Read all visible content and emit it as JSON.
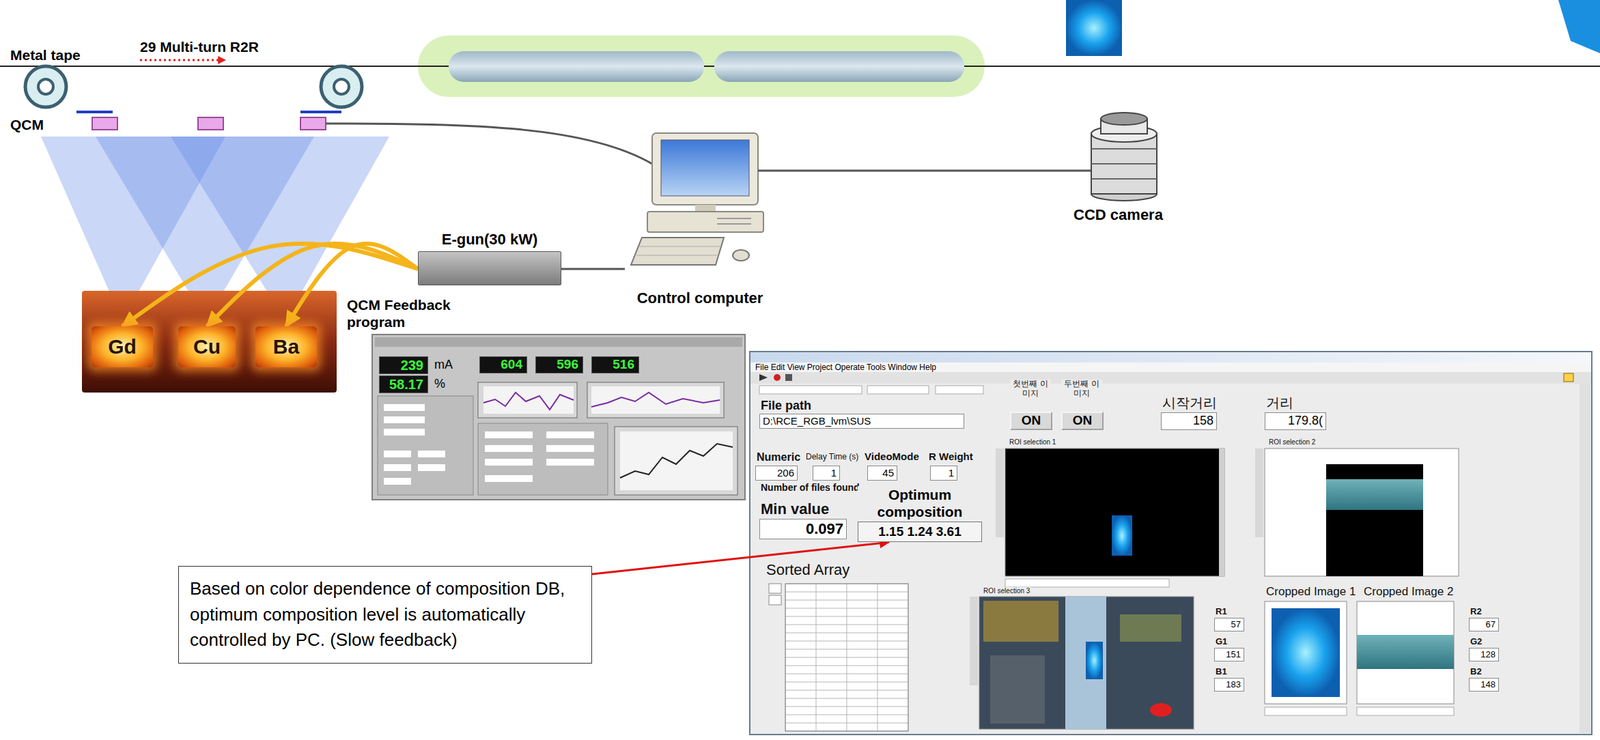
{
  "diagram": {
    "nodes": [
      {
        "text": [
          "Gd"
        ]
      },
      {
        "text": [
          "Cu"
        ]
      },
      {
        "text": [
          "Ba"
        ]
      },
      {
        "text": [
          "E-gun(30 kW)"
        ]
      },
      {
        "text": [
          "Control computer"
        ]
      },
      {
        "text": [
          "CCD camera"
        ]
      },
      {
        "text": [
          "Optimum composition",
          "1.15 1.24 3.61"
        ]
      },
      {
        "text": [
          "Based on color dependence of composition DB, optimum composition level is automatically controlled by PC. (Slow feedback)"
        ]
      }
    ],
    "edges": [
      {
        "from": 3,
        "to": 0,
        "arrow": "to"
      },
      {
        "from": 3,
        "to": 1,
        "arrow": "to"
      },
      {
        "from": 3,
        "to": 2,
        "arrow": "to"
      },
      {
        "from": 4,
        "to": 3,
        "arrow": "none"
      },
      {
        "from": 4,
        "to": 5,
        "arrow": "none"
      },
      {
        "from": 7,
        "to": 6,
        "arrow": "to"
      }
    ],
    "labels": [
      "Metal tape",
      "29 Multi-turn R2R",
      "QCM",
      "QCM Feedback program",
      "239",
      "mA",
      "58.17",
      "%",
      "604",
      "596",
      "516",
      "File Edit View Project Operate Tools Window Help",
      "File path",
      "D:\\RCE_RGB_lvm\\SUS",
      "Numeric",
      "206",
      "Delay Time (s)",
      "1",
      "VideoMode",
      "45",
      "R Weight",
      "1",
      "Number of files found",
      "Min value",
      "0.097",
      "Sorted Array",
      "첫번째 이미지",
      "두번째 이미지",
      "ON",
      "ON",
      "시작거리",
      "158",
      "거리",
      "179.8(",
      "ROI selection 1",
      "ROI selection 2",
      "ROI selection 3",
      "R1",
      "57",
      "G1",
      "151",
      "B1",
      "183",
      "Cropped Image 1",
      "Cropped Image 2",
      "R2",
      "67",
      "G2",
      "128",
      "B2",
      "148"
    ]
  }
}
